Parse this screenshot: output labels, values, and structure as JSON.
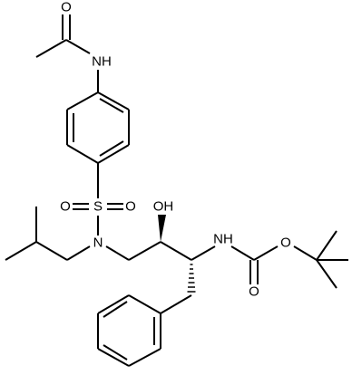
{
  "atom_labels": {
    "carbonyl_o_acetyl": "O",
    "acetamide_nh": "NH",
    "sulfonyl_o_left": "O",
    "sulfonyl_s": "S",
    "sulfonyl_o_right": "O",
    "sulfonamide_n": "N",
    "hydroxyl": "OH",
    "carbamate_nh": "NH",
    "carbamate_o_carbonyl": "O",
    "carbamate_o_ester": "O"
  }
}
